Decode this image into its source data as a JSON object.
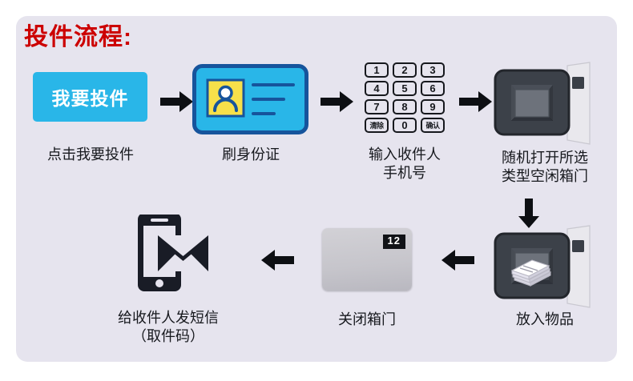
{
  "page": {
    "title": "投件流程:",
    "title_color": "#cc0000",
    "panel_bg": "#e6e4ee",
    "accent_color": "#29b6e8"
  },
  "steps": [
    {
      "id": "click-deposit",
      "button_label": "我要投件",
      "caption": "点击我要投件",
      "icon": "blue-button"
    },
    {
      "id": "scan-id",
      "caption": "刷身份证",
      "icon": "id-card-icon"
    },
    {
      "id": "enter-phone",
      "caption": "输入收件人\n手机号",
      "icon": "keypad-icon"
    },
    {
      "id": "open-locker",
      "caption": "随机打开所选\n类型空闲箱门",
      "icon": "open-locker-icon"
    },
    {
      "id": "place-item",
      "caption": "放入物品",
      "icon": "locker-with-parcel-icon"
    },
    {
      "id": "close-door",
      "caption": "关闭箱门",
      "icon": "closed-locker-icon",
      "door_number": "12"
    },
    {
      "id": "send-sms",
      "caption": "给收件人发短信\n（取件码）",
      "icon": "phone-sms-icon"
    }
  ],
  "keypad": {
    "rows": [
      [
        "1",
        "2",
        "3"
      ],
      [
        "4",
        "5",
        "6"
      ],
      [
        "7",
        "8",
        "9"
      ],
      [
        "清除",
        "0",
        "确认"
      ]
    ]
  },
  "arrows": {
    "right_1": "arrow-right-icon",
    "right_2": "arrow-right-icon",
    "right_3": "arrow-right-icon",
    "down_1": "arrow-down-icon",
    "left_1": "arrow-left-icon",
    "left_2": "arrow-left-icon"
  }
}
